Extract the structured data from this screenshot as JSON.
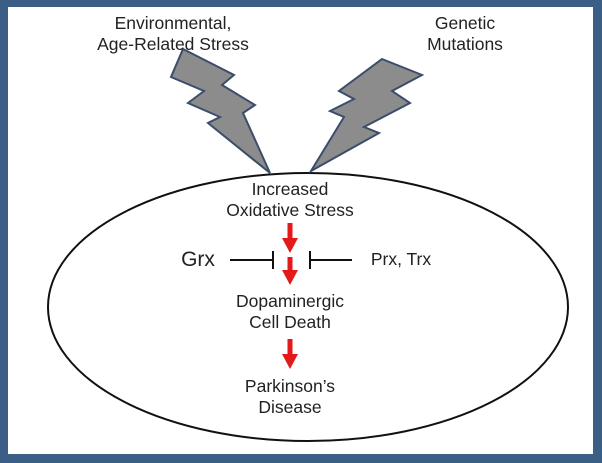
{
  "stressors": {
    "environmental": {
      "line1": "Environmental,",
      "line2": "Age-Related Stress"
    },
    "genetic": {
      "line1": "Genetic",
      "line2": "Mutations"
    }
  },
  "cell": {
    "stage1": {
      "line1": "Increased",
      "line2": "Oxidative Stress"
    },
    "stage2": {
      "line1": "Dopaminergic",
      "line2": "Cell Death"
    },
    "stage3": {
      "line1": "Parkinson’s",
      "line2": "Disease"
    },
    "inhibitor_left": "Grx",
    "inhibitor_right": "Prx, Trx"
  },
  "colors": {
    "frame": "#3b5e87",
    "bolt_fill": "#8c8c8c",
    "bolt_stroke": "#3b4d6b",
    "arrow": "#e41a1a"
  },
  "icons": {
    "stressor_bolts": "lightning-bolt",
    "cascade_arrows": "down-arrow",
    "inhibition": "t-bar-inhibit"
  }
}
